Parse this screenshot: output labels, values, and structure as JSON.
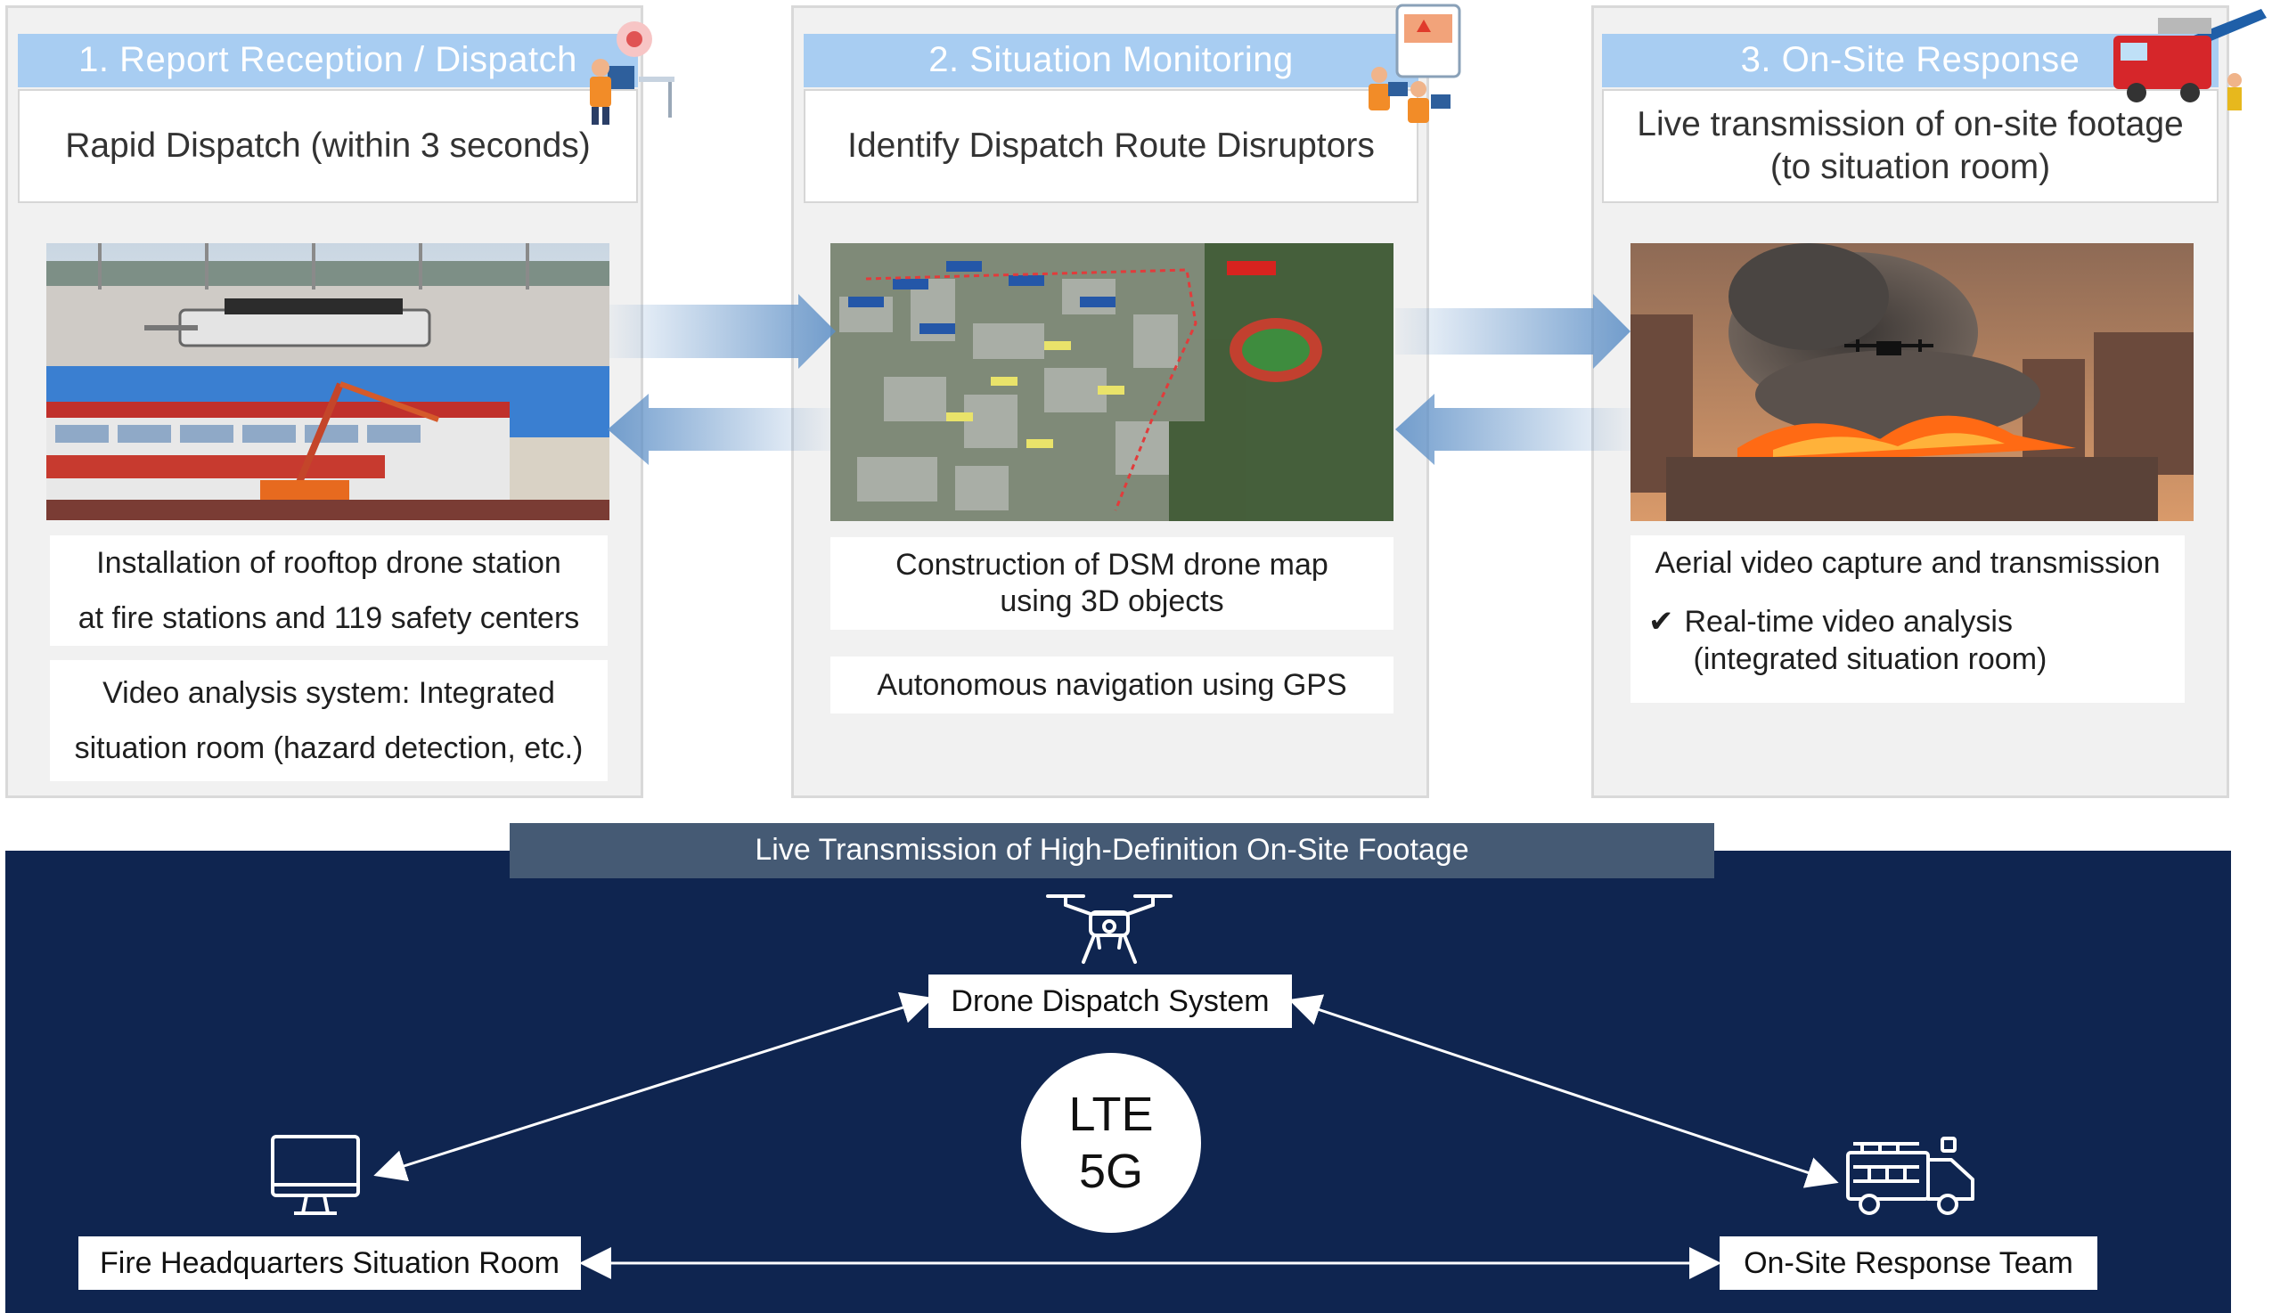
{
  "stages": [
    {
      "header": "1. Report Reception / Dispatch",
      "subtitle": "Rapid Dispatch (within 3 seconds)",
      "desc1": [
        "Installation of rooftop drone station",
        "at fire stations and 119 safety centers"
      ],
      "desc2": [
        "Video analysis system: Integrated",
        "situation room (hazard detection, etc.)"
      ]
    },
    {
      "header": "2. Situation Monitoring",
      "subtitle": "Identify Dispatch Route Disruptors",
      "desc1": [
        "Construction of DSM drone map",
        "using 3D objects"
      ],
      "desc2": [
        "Autonomous navigation using GPS"
      ]
    },
    {
      "header": "3. On-Site Response",
      "subtitle": [
        "Live transmission of on-site footage",
        "(to situation room)"
      ],
      "desc1": [
        "Aerial video capture and transmission"
      ],
      "check_mark": "✔",
      "check_items": [
        "Real-time video analysis",
        "(integrated situation room)"
      ]
    }
  ],
  "network": {
    "banner": "Live Transmission of High-Definition On-Site Footage",
    "drone_node": "Drone Dispatch System",
    "hq_node": "Fire Headquarters Situation Room",
    "team_node": "On-Site Response Team",
    "center_lines": [
      "LTE",
      "5G"
    ]
  },
  "colors": {
    "stage_header": "#a8cdf2",
    "panel_bg": "#f1f1f1",
    "network_bg": "#0f2550",
    "banner_bg": "#455a74",
    "flow_arrow": "#5b8ec6"
  }
}
